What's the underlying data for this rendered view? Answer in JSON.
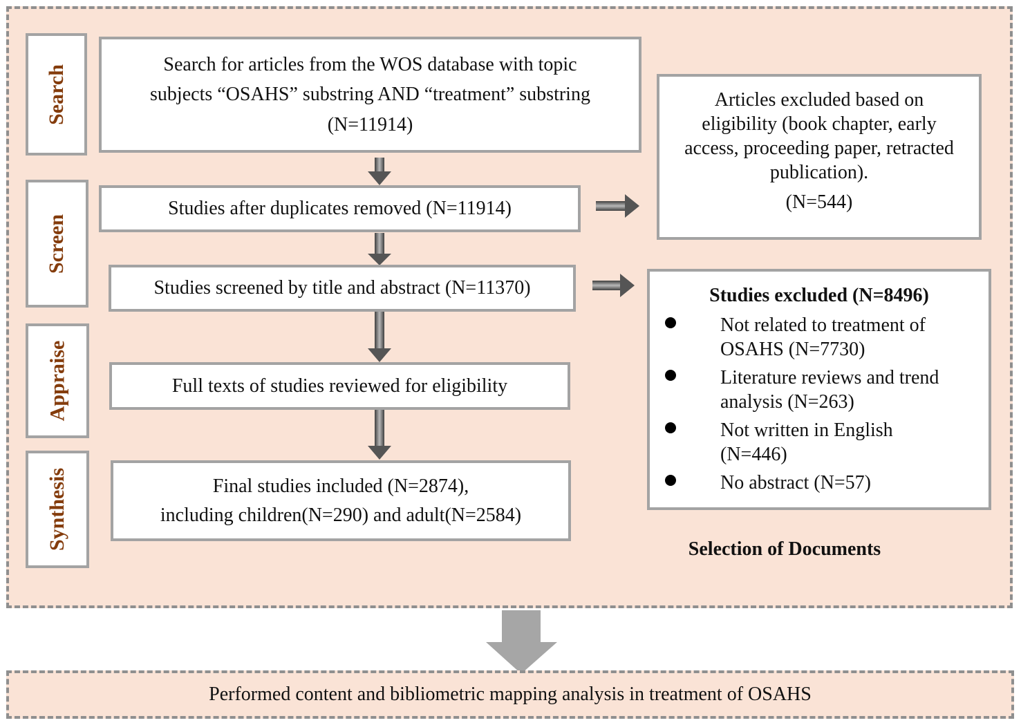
{
  "stages": {
    "search": "Search",
    "screen": "Screen",
    "appraise": "Appraise",
    "synthesis": "Synthesis"
  },
  "flow": {
    "search_box": {
      "line1": "Search for articles from the WOS database with topic",
      "line2": "subjects “OSAHS” substring AND “treatment” substring",
      "line3": "(N=11914)"
    },
    "duplicates_box": "Studies after duplicates removed (N=11914)",
    "screened_box": "Studies screened by title and abstract (N=11370)",
    "fulltext_box": "Full texts of studies reviewed for eligibility",
    "final_box": {
      "line1": "Final studies included (N=2874),",
      "line2": "including children(N=290) and adult(N=2584)"
    }
  },
  "exclusions": {
    "eligibility": {
      "line1": "Articles excluded based on",
      "line2": "eligibility (book chapter, early",
      "line3": "access, proceeding paper, retracted",
      "line4": "publication).",
      "line5": "(N=544)"
    },
    "studies": {
      "title": "Studies excluded (N=8496)",
      "items": [
        {
          "line1": "Not related to treatment of",
          "line2": "OSAHS (N=7730)"
        },
        {
          "line1": "Literature reviews and trend",
          "line2": "analysis (N=263)"
        },
        {
          "line1": "Not written in English",
          "line2": "(N=446)"
        },
        {
          "line1": "No abstract (N=57)",
          "line2": ""
        }
      ]
    }
  },
  "caption": "Selection of Documents",
  "bottom_box": "Performed content and bibliometric mapping analysis in treatment of OSAHS"
}
